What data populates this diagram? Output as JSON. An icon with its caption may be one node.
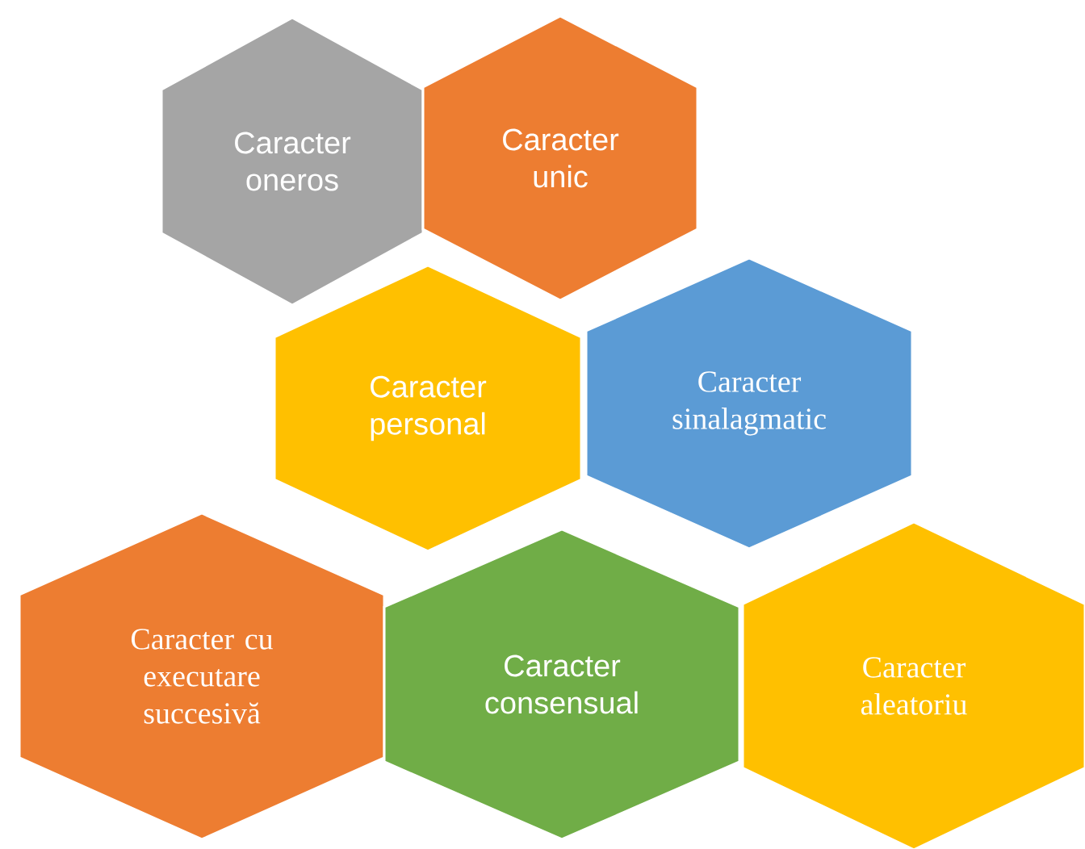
{
  "diagram": {
    "nodes": [
      {
        "text": [
          "Caracter oneros"
        ]
      },
      {
        "text": [
          "Caracter unic"
        ]
      },
      {
        "text": [
          "Caracter personal"
        ]
      },
      {
        "text": [
          "Caracter sinalagmatic"
        ]
      },
      {
        "text": [
          "Caracter cu executare succesivă"
        ]
      },
      {
        "text": [
          "Caracter consensual"
        ]
      },
      {
        "text": [
          "Caracter aleatoriu"
        ]
      }
    ]
  }
}
